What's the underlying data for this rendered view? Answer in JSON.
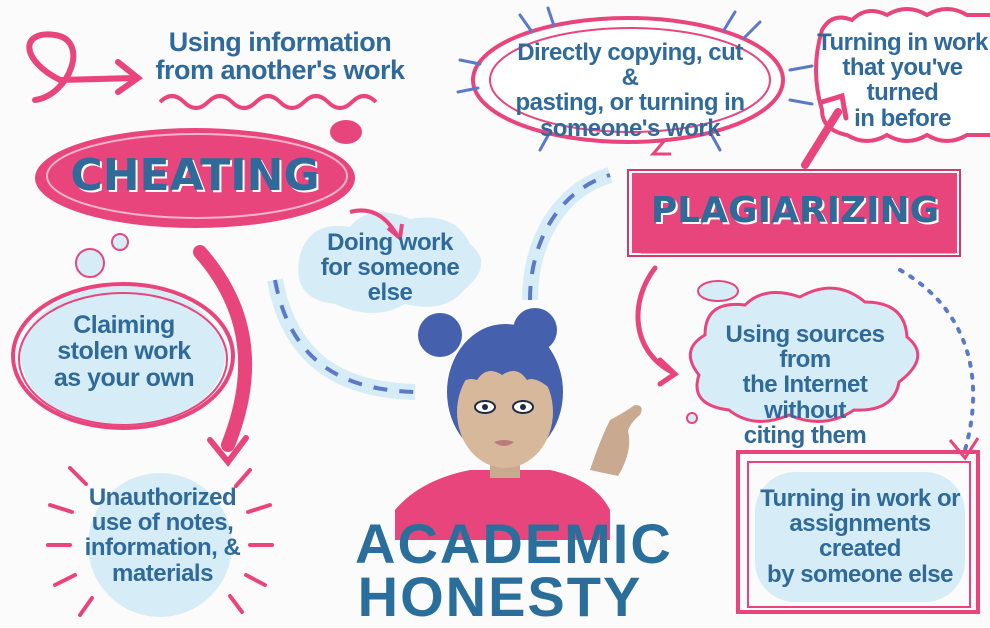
{
  "title": "ACADEMIC\nHONESTY",
  "cheating": {
    "heading": "CHEATING",
    "items": [
      "Using information from another's work",
      "Doing work\nfor someone else",
      "Claiming\nstolen work\nas your own",
      "Unauthorized\nuse of notes,\ninformation, &\nmaterials"
    ]
  },
  "plagiarizing": {
    "heading": "PLAGIARIZING",
    "items": [
      "Directly copying, cut &\npasting, or turning in\nsomeone's work",
      "Turning in work\nthat you've turned\nin before",
      "Using sources from\nthe Internet without\nciting them",
      "Turning in work or\nassignments created\nby someone else"
    ]
  },
  "colors": {
    "pink": "#e8457d",
    "light_blue": "#d6edf7",
    "blue_text": "#2f6a9a",
    "periwinkle": "#5b79c6"
  }
}
